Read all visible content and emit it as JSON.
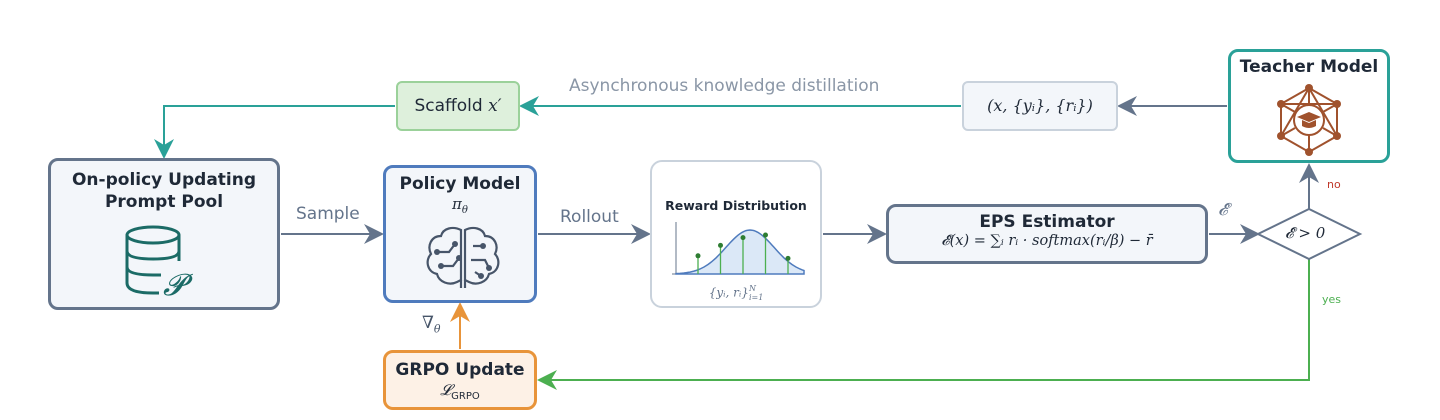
{
  "prompt_pool": {
    "title_line1": "On-policy Updating",
    "title_line2": "Prompt Pool",
    "symbol": "𝓟"
  },
  "policy_model": {
    "title": "Policy Model",
    "symbol": "π",
    "subscript": "θ"
  },
  "reward_distribution": {
    "title": "Reward Distribution",
    "caption": "{yᵢ, rᵢ}",
    "caption_sup": "N",
    "caption_sub": "i=1"
  },
  "eps_estimator": {
    "title": "EPS Estimator",
    "formula": "𝓔̂(x) = ∑ᵢ rᵢ · softmax(rᵢ/β) − r̄"
  },
  "teacher_model": {
    "title": "Teacher Model"
  },
  "scaffold": {
    "label": "Scaffold",
    "symbol": "x′"
  },
  "triple": {
    "label": "(x, {yᵢ}, {rᵢ})"
  },
  "grpo_update": {
    "title": "GRPO Update",
    "symbol": "𝓛",
    "subscript": "GRPO"
  },
  "decision": {
    "label": "𝓔̂ > 0"
  },
  "edges": {
    "sample": "Sample",
    "rollout": "Rollout",
    "distillation": "Asynchronous knowledge distillation",
    "estimate": "𝓔̂",
    "gradient": "∇",
    "gradient_sub": "θ",
    "no": "no",
    "yes": "yes"
  },
  "colors": {
    "gray_arrow": "#64748b",
    "teal": "#2aa198",
    "green": "#4caf50",
    "orange": "#e8943a",
    "blue": "#4f7bbd",
    "brown": "#a0522d"
  },
  "chart_data": {
    "type": "bar",
    "title": "Reward Distribution",
    "values": [
      0.35,
      0.55,
      0.7,
      0.75,
      0.3
    ]
  }
}
